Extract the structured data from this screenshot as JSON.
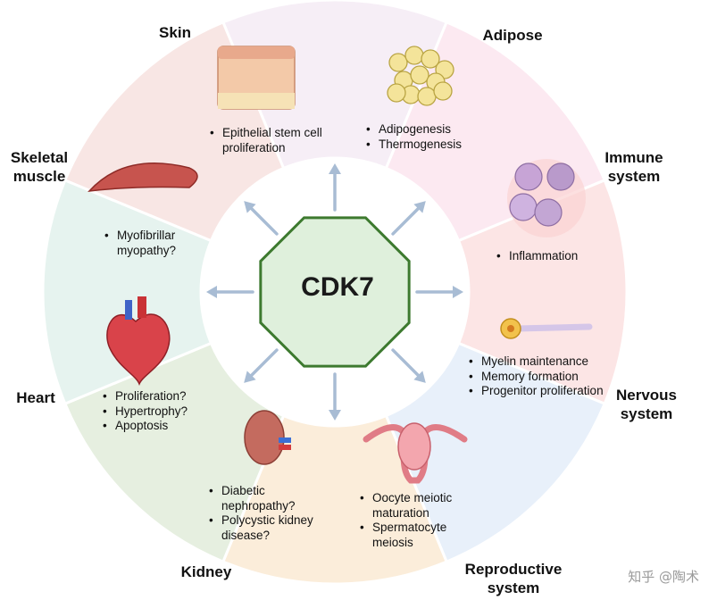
{
  "center": {
    "label": "CDK7"
  },
  "regions": {
    "skin": {
      "title": "Skin",
      "bullets": [
        "Epithelial stem cell proliferation"
      ],
      "color": "#f6eef6"
    },
    "adipose": {
      "title": "Adipose",
      "bullets": [
        "Adipogenesis",
        "Thermogenesis"
      ],
      "color": "#fce9f1"
    },
    "immune": {
      "title": "Immune system",
      "bullets": [
        "Inflammation"
      ],
      "color": "#fce5e5"
    },
    "nervous": {
      "title": "Nervous system",
      "bullets": [
        "Myelin maintenance",
        "Memory formation",
        "Progenitor proliferation"
      ],
      "color": "#e8f0fa"
    },
    "reproductive": {
      "title": "Reproductive system",
      "bullets": [
        "Oocyte meiotic maturation",
        "Spermatocyte meiosis"
      ],
      "color": "#fbedda"
    },
    "kidney": {
      "title": "Kidney",
      "bullets": [
        "Diabetic nephropathy?",
        "Polycystic kidney disease?"
      ],
      "color": "#e6efe0"
    },
    "heart": {
      "title": "Heart",
      "bullets": [
        "Proliferation?",
        "Hypertrophy?",
        "Apoptosis"
      ],
      "color": "#e6f3ef"
    },
    "skeletal": {
      "title": "Skeletal muscle",
      "bullets": [
        "Myofibrillar myopathy?"
      ],
      "color": "#f8e6e4"
    }
  },
  "watermark": "知乎 @陶术",
  "colors": {
    "octagon_fill": "#dff0dc",
    "octagon_stroke": "#3d7a2f",
    "arrow": "#a8bcd4"
  }
}
